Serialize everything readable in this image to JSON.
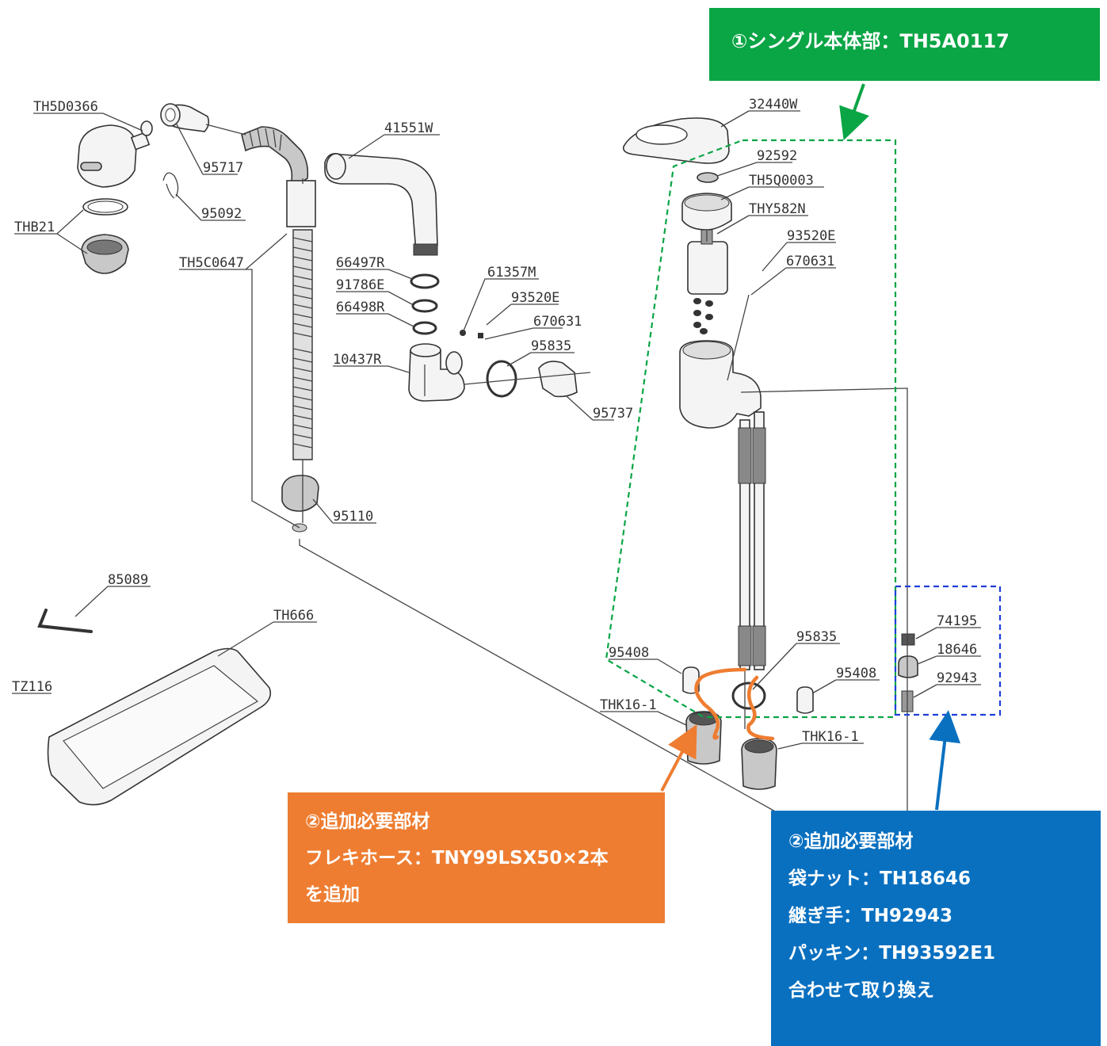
{
  "parts": {
    "p_TH5D0366": "TH5D0366",
    "p_95717": "95717",
    "p_95092": "95092",
    "p_THB21": "THB21",
    "p_41551W": "41551W",
    "p_TH5C0647": "TH5C0647",
    "p_66497R": "66497R",
    "p_91786E": "91786E",
    "p_66498R": "66498R",
    "p_61357M": "61357M",
    "p_93520E_left": "93520E",
    "p_670631_left": "670631",
    "p_10437R": "10437R",
    "p_95835_left": "95835",
    "p_95737": "95737",
    "p_95110": "95110",
    "p_85089": "85089",
    "p_TH666": "TH666",
    "p_TZ116": "TZ116",
    "p_32440W": "32440W",
    "p_92592": "92592",
    "p_TH5Q0003": "TH5Q0003",
    "p_THY582N": "THY582N",
    "p_93520E_right": "93520E",
    "p_670631_right": "670631",
    "p_95408_left": "95408",
    "p_95835_right": "95835",
    "p_95408_right": "95408",
    "p_THK16_1_left": "THK16-1",
    "p_THK16_1_right": "THK16-1",
    "p_74195": "74195",
    "p_18646": "18646",
    "p_92943": "92943"
  },
  "callouts": {
    "single_body": "①シングル本体部：TH5A0117",
    "orange": {
      "line1": "②追加必要部材",
      "line2": "フレキホース：TNY99LSX50×2本",
      "line3": "を追加"
    },
    "blue": {
      "line1": "②追加必要部材",
      "line2": "袋ナット：TH18646",
      "line3": "継ぎ手：TH92943",
      "line4": "パッキン：TH93592E1",
      "line5": "合わせて取り換え"
    }
  },
  "colors": {
    "green": "#0aa545",
    "orange": "#ee7d31",
    "blue": "#0970c0"
  }
}
